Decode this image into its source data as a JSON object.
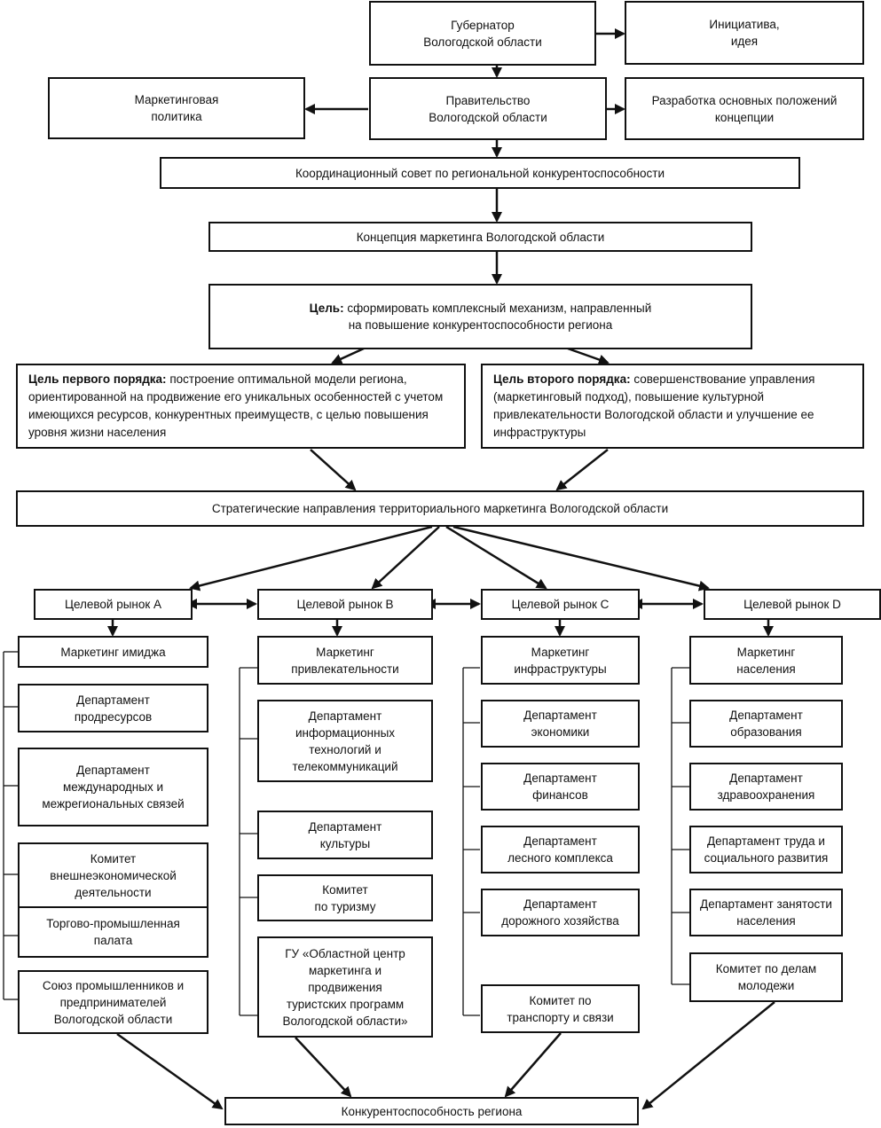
{
  "governor": "Губернатор\nВологодской области",
  "initiative": "Инициатива,\nидея",
  "marketing_policy": "Маркетинговая\nполитика",
  "government": "Правительство\nВологодской области",
  "concept_development": "Разработка основных положений\nконцепции",
  "coordination_council": "Координационный совет по региональной конкурентоспособности",
  "marketing_concept": "Концепция маркетинга Вологодской области",
  "goal": {
    "label": "Цель:",
    "text": " сформировать комплексный механизм, направленный\nна повышение конкурентоспособности региона"
  },
  "goal_first": {
    "label": "Цель первого порядка:",
    "text": " построение оптимальной модели региона, ориентированной на продвижение его уникальных особенностей с учетом имеющихся ресурсов, конкурентных преимуществ, с целью повышения уровня жизни населения"
  },
  "goal_second": {
    "label": "Цель второго порядка:",
    "text": " совершенствование управления (маркетинговый подход), повышение культурной привлекательности Вологодской области и улучшение ее инфраструктуры"
  },
  "strategic_directions": "Стратегические направления территориального маркетинга Вологодской области",
  "markets": [
    {
      "name": "Целевой рынок А",
      "marketing": "Маркетинг имиджа",
      "units": [
        "Департамент\nпродресурсов",
        "Департамент\nмеждународных и\nмежрегиональных связей",
        "Комитет\nвнешнеэкономической\nдеятельности",
        "Торгово-промышленная\nпалата",
        "Союз промышленников и\nпредпринимателей\nВологодской области"
      ]
    },
    {
      "name": "Целевой рынок В",
      "marketing": "Маркетинг\nпривлекательности",
      "units": [
        "Департамент\nинформационных\nтехнологий и\nтелекоммуникаций",
        "Департамент\nкультуры",
        "Комитет\nпо туризму",
        "ГУ «Областной центр\nмаркетинга и\nпродвижения\nтуристских программ\nВологодской области»"
      ]
    },
    {
      "name": "Целевой рынок С",
      "marketing": "Маркетинг\nинфраструктуры",
      "units": [
        "Департамент\nэкономики",
        "Департамент\nфинансов",
        "Департамент\nлесного комплекса",
        "Департамент\nдорожного хозяйства",
        "Комитет по\nтранспорту и связи"
      ]
    },
    {
      "name": "Целевой рынок D",
      "marketing": "Маркетинг\nнаселения",
      "units": [
        "Департамент\nобразования",
        "Департамент\nздравоохранения",
        "Департамент труда и\nсоциального развития",
        "Департамент занятости\nнаселения",
        "Комитет по делам\nмолодежи"
      ]
    }
  ],
  "competitiveness": "Конкурентоспособность региона"
}
